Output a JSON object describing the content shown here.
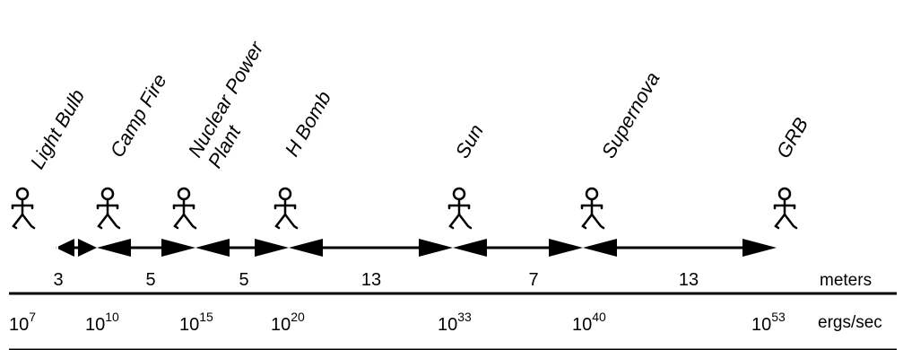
{
  "objects": [
    {
      "label": "Light Bulb",
      "power_exp": "7"
    },
    {
      "label": "Camp Fire",
      "power_exp": "10"
    },
    {
      "label": "Nuclear Power",
      "label_line2": "Plant",
      "power_exp": "15"
    },
    {
      "label": "H Bomb",
      "power_exp": "20"
    },
    {
      "label": "Sun",
      "power_exp": "33"
    },
    {
      "label": "Supernova",
      "power_exp": "40"
    },
    {
      "label": "GRB",
      "power_exp": "53"
    }
  ],
  "power_base": "10",
  "gaps": [
    "3",
    "5",
    "5",
    "13",
    "7",
    "13"
  ],
  "units": {
    "distance": "meters",
    "power": "ergs/sec"
  },
  "colors": {
    "ink": "#000000",
    "background": "#ffffff"
  },
  "icon": "stick-figure-icon"
}
